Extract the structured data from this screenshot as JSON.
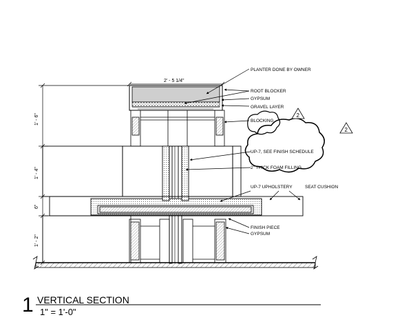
{
  "title_block": {
    "number": "1",
    "title": "VERTICAL SECTION",
    "scale": "1\" = 1'-0\""
  },
  "dimensions": {
    "width_top": "2' - 5 1/4\"",
    "heights": [
      "1' - 6\"",
      "1' - 4\"",
      "6\"",
      "1' - 2\""
    ]
  },
  "callouts": {
    "planter": "PLANTER DONE BY OWNER",
    "root_blocker": "ROOT BLOCKER",
    "gypsum_top": "GYPSUM",
    "gravel_layer": "GRAVEL LAYER",
    "blocking": "BLOCKING",
    "up7_finish": "UP-7, SEE FINISH SCHEDULE",
    "foam_filling": "2\" THICK FOAM FILLING",
    "up7_upholstery": "UP-7 UPHOLSTERY",
    "seat_cushion": "SEAT CUSHION",
    "finish_piece": "FINISH PIECE",
    "gypsum_bottom": "GYPSUM"
  },
  "revisions": [
    "2",
    "2"
  ]
}
